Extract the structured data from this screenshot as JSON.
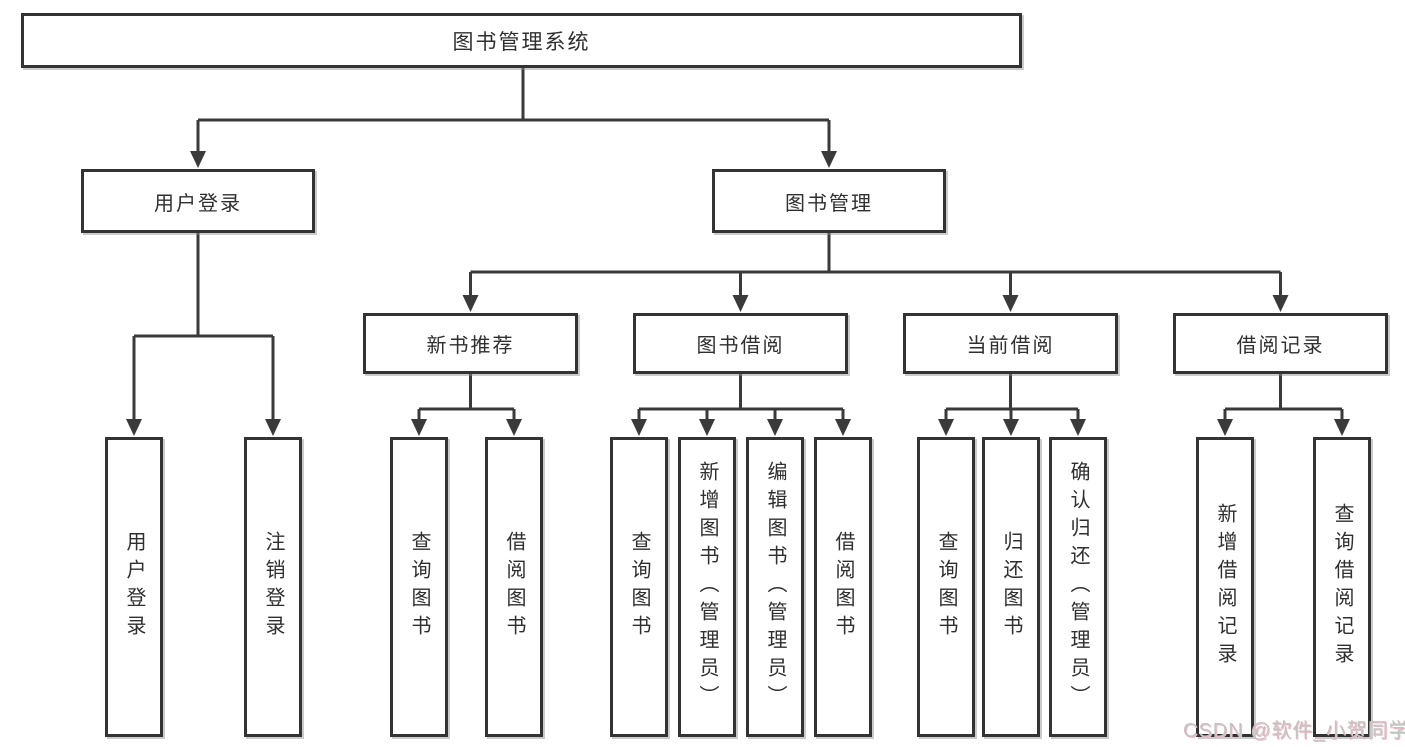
{
  "diagram": {
    "root": {
      "label": "图书管理系统"
    },
    "level2": [
      {
        "label": "用户登录"
      },
      {
        "label": "图书管理"
      }
    ],
    "level3": [
      {
        "label": "新书推荐"
      },
      {
        "label": "图书借阅"
      },
      {
        "label": "当前借阅"
      },
      {
        "label": "借阅记录"
      }
    ],
    "leaves": {
      "user_login": [
        "用户登录",
        "注销登录"
      ],
      "new_book": [
        "查询图书",
        "借阅图书"
      ],
      "borrow": [
        "查询图书",
        "新增图书（管理员）",
        "编辑图书（管理员）",
        "借阅图书"
      ],
      "current": [
        "查询图书",
        "归还图书",
        "确认归还（管理员）"
      ],
      "records": [
        "新增借阅记录",
        "查询借阅记录"
      ]
    }
  },
  "watermark": "CSDN @软件_小贺同学",
  "colors": {
    "line": "#3a3a3a",
    "box_border": "#333333",
    "text": "#2f2f2f",
    "background": "#ffffff",
    "watermark": "#c3c3c3"
  }
}
